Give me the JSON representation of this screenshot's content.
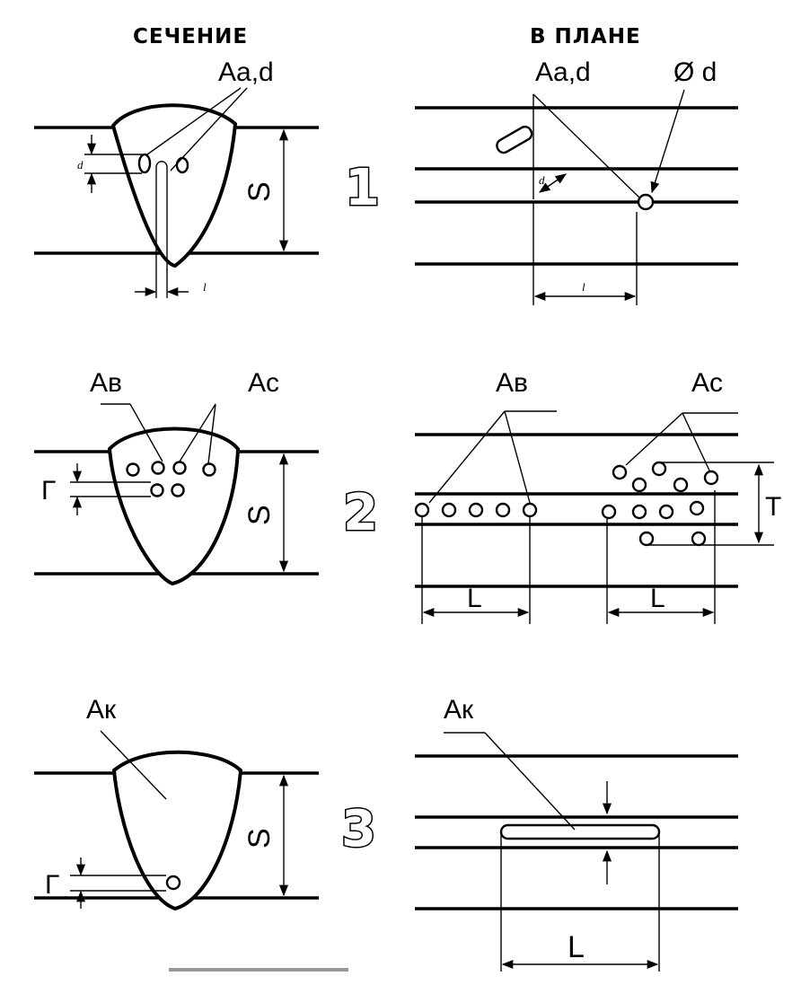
{
  "headers": {
    "section": "СЕЧЕНИЕ",
    "plan": "В ПЛАНЕ"
  },
  "row1": {
    "number": "1",
    "section_label": "Aa,d",
    "section_dim_d": "d",
    "section_dim_s": "S",
    "section_dim_l": "l",
    "plan_label": "Aa,d",
    "plan_diameter": "Ø d",
    "plan_dim_d": "d",
    "plan_dim_l": "l"
  },
  "row2": {
    "number": "2",
    "section_label_b": "Ав",
    "section_label_c": "Ас",
    "section_dim_g": "Г",
    "section_dim_s": "S",
    "plan_label_b": "Ав",
    "plan_label_c": "Ас",
    "plan_dim_t": "T",
    "plan_dim_l1": "L",
    "plan_dim_l2": "L"
  },
  "row3": {
    "number": "3",
    "section_label": "Ак",
    "section_dim_g": "Г",
    "section_dim_s": "S",
    "plan_label": "Ак",
    "plan_dim_l": "L"
  }
}
